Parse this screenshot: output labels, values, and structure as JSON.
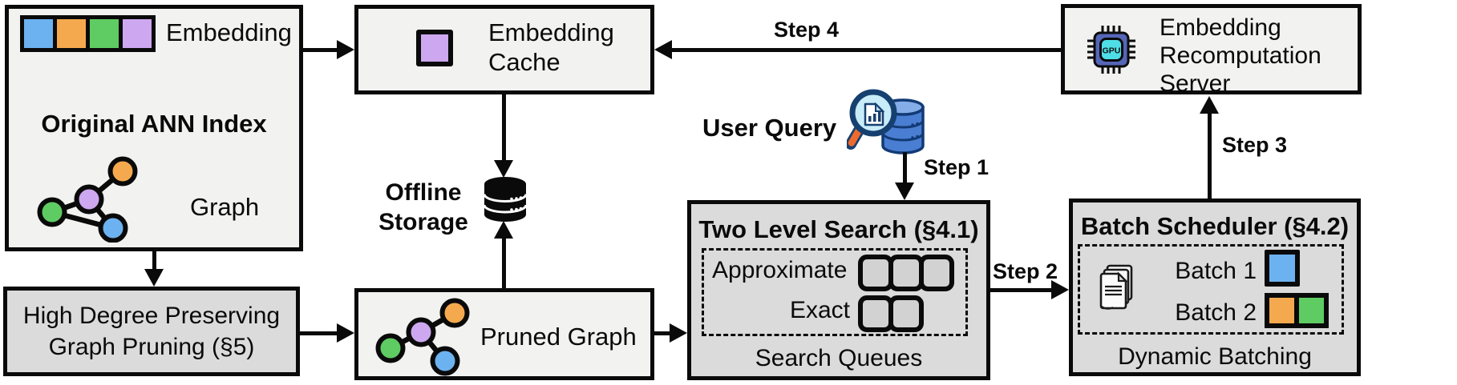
{
  "boxes": {
    "ann_index": {
      "title": "Original ANN Index",
      "embedding_label": "Embedding",
      "graph_label": "Graph"
    },
    "graph_pruning": {
      "title": "High Degree Preserving Graph Pruning (§5)"
    },
    "embedding_cache": {
      "label": "Embedding Cache"
    },
    "offline_storage": {
      "label": "Offline Storage"
    },
    "pruned_graph": {
      "label": "Pruned Graph"
    },
    "two_level_search": {
      "title": "Two Level Search (§4.1)",
      "rows": [
        "Approximate",
        "Exact"
      ],
      "approx_queue_count": 3,
      "exact_queue_count": 2,
      "caption": "Search Queues"
    },
    "batch_scheduler": {
      "title": "Batch Scheduler (§4.2)",
      "batches": [
        {
          "label": "Batch 1",
          "colors": [
            "blue"
          ]
        },
        {
          "label": "Batch 2",
          "colors": [
            "orange",
            "green"
          ]
        }
      ],
      "caption": "Dynamic Batching"
    },
    "recomputation_server": {
      "label": "Embedding Recomputation Server",
      "gpu_text": "GPU"
    }
  },
  "user_query": {
    "label": "User Query"
  },
  "steps": {
    "s1": "Step 1",
    "s2": "Step 2",
    "s3": "Step 3",
    "s4": "Step 4"
  },
  "embedding_strip_colors": [
    "blue",
    "orange",
    "green",
    "purple"
  ],
  "colors": {
    "blue": "#6cb2f0",
    "orange": "#f5a94e",
    "green": "#5ecc62",
    "purple": "#cda7ef",
    "box_light": "#f2f2f1",
    "box_dark": "#dbdbdb",
    "queue_fill": "#d2d2d2",
    "arrow_black": "#0a0a0a"
  }
}
